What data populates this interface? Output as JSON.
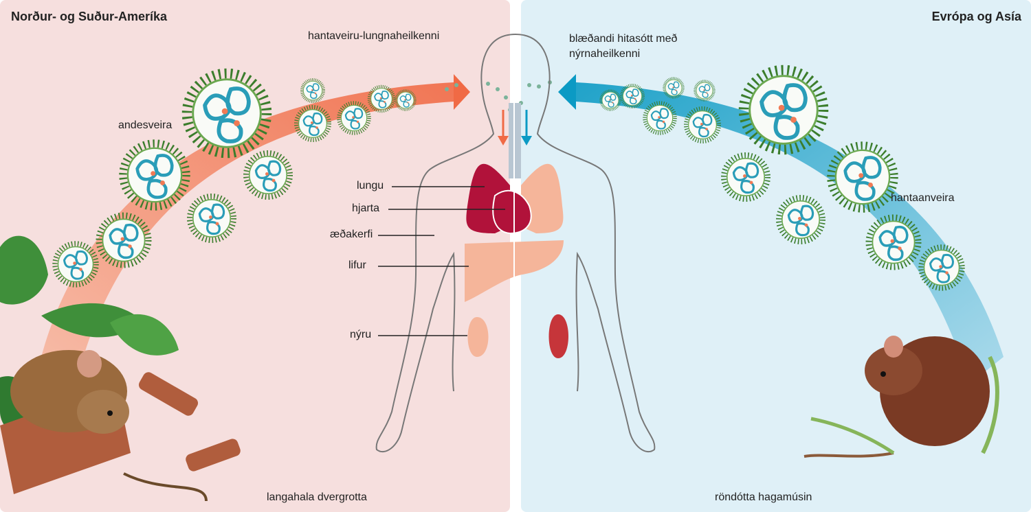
{
  "regions": {
    "left": "Norður- og Suður-Ameríka",
    "right": "Evrópa og Asía"
  },
  "syndromes": {
    "left": "hantaveiru-lungnaheilkenni",
    "right_line1": "blæðandi hitasótt með",
    "right_line2": "nýrnaheilkenni"
  },
  "viruses": {
    "left": "andesveira",
    "right": "hantaanveira"
  },
  "rodents": {
    "left": "langahala dvergrotta",
    "right": "röndótta hagamúsin"
  },
  "organs": {
    "lungs": "lungu",
    "heart": "hjarta",
    "vascular": "æðakerfi",
    "liver": "lifur",
    "kidneys": "nýru"
  },
  "colors": {
    "left_panel": "#f6dfde",
    "right_panel": "#dff0f7",
    "left_arrow": "#f07a55",
    "right_arrow": "#1aa3c8",
    "virus_ring": "#2a9db8",
    "virus_spikes": "#3b7d2c",
    "lung_dark": "#b1123a",
    "organ_light": "#f5b59a",
    "kidney_dark": "#c6353a"
  },
  "icons": [
    "virus-particle-icon",
    "human-body-outline-icon",
    "rat-illustration-icon",
    "mouse-illustration-icon",
    "leaf-icon"
  ]
}
